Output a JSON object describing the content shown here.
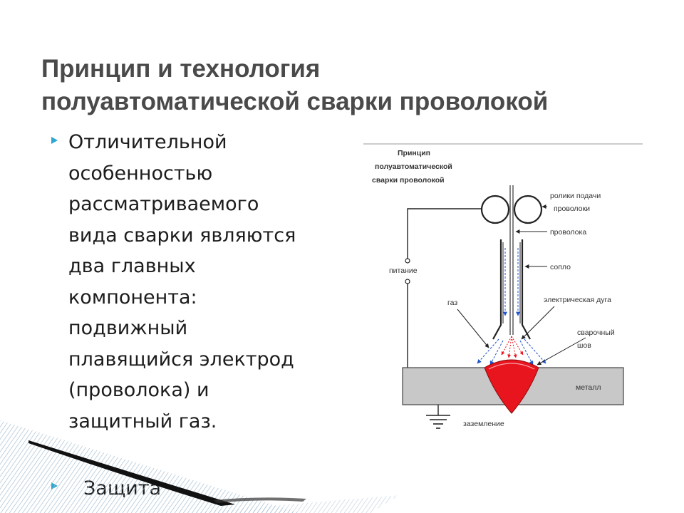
{
  "slide": {
    "title_line1": "Принцип и технология",
    "title_line2": "полуавтоматической сварки проволокой",
    "bullets": [
      {
        "lines": [
          "Отличительной",
          "особенностью",
          "рассматриваемого",
          "вида сварки являются",
          "два главных",
          "компонента:",
          "подвижный",
          "плавящийся электрод",
          "(проволока) и",
          "защитный газ."
        ]
      },
      {
        "lines": [
          "Защита"
        ]
      }
    ],
    "accent_color": "#2ea7d0"
  },
  "diagram": {
    "title_lines": [
      "Принцип",
      "полуавтоматической",
      "сварки проволокой"
    ],
    "labels": {
      "rollers_line1": "ролики подачи",
      "rollers_line2": "проволоки",
      "wire": "проволока",
      "power": "питание",
      "nozzle": "сопло",
      "gas": "газ",
      "arc": "электрическая дуга",
      "seam_line1": "сварочный",
      "seam_line2": "шов",
      "metal": "металл",
      "ground": "заземление"
    },
    "colors": {
      "weld_pool": "#e8141e",
      "metal": "#c8c8c8",
      "gas_arrows": "#2255cc",
      "arc_sparks": "#e8141e",
      "lines": "#222222"
    }
  }
}
